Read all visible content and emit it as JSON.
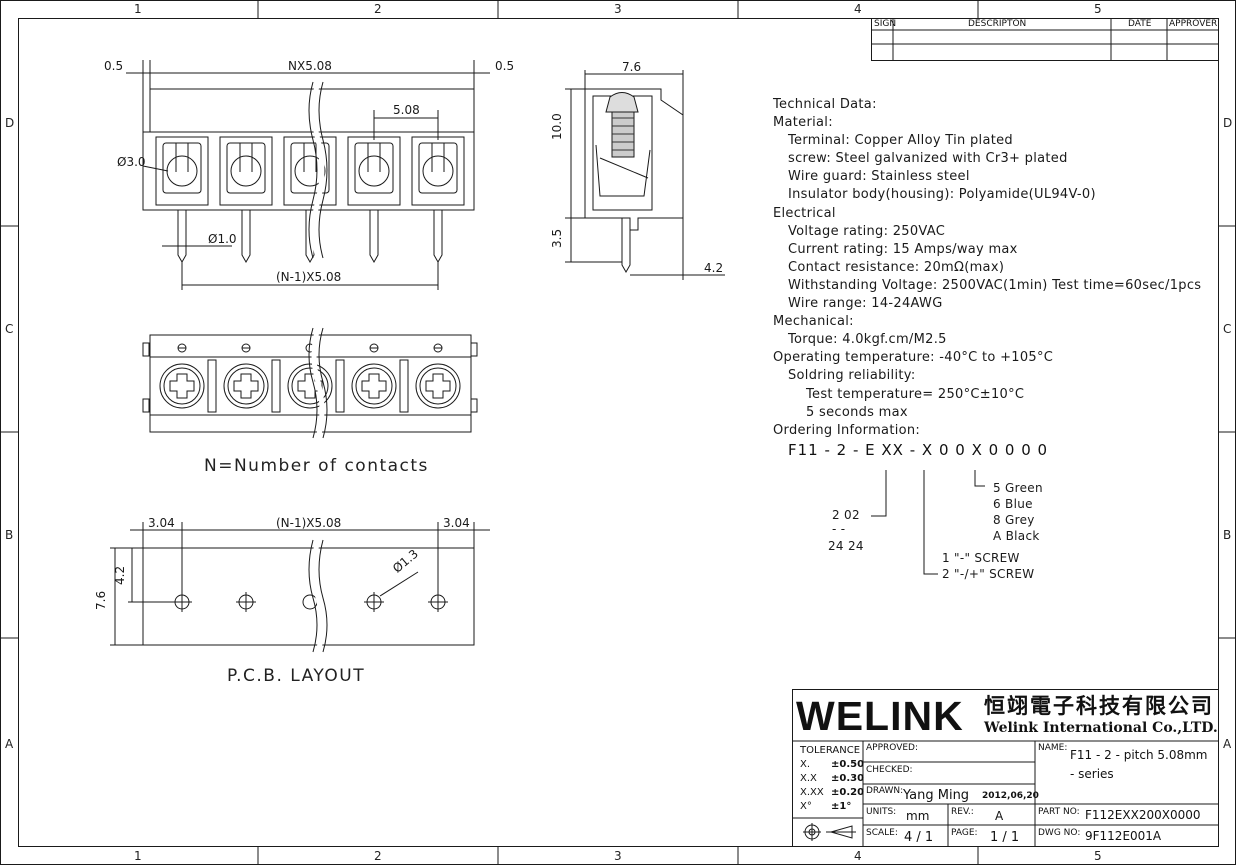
{
  "grid": {
    "columns": [
      "1",
      "2",
      "3",
      "4",
      "5"
    ],
    "rows": [
      "D",
      "C",
      "B",
      "A"
    ]
  },
  "revision_block": {
    "headers": {
      "sign": "SIGN",
      "description": "DESCRIPTON",
      "date": "DATE",
      "approver": "APPROVER"
    }
  },
  "front_view": {
    "dims": {
      "edge_left": "0.5",
      "overall": "NX5.08",
      "edge_right": "0.5",
      "pitch": "5.08",
      "screw_dia": "Ø3.0",
      "pin_dia": "Ø1.0",
      "pin_span": "(N-1)X5.08"
    }
  },
  "side_view": {
    "dims": {
      "width": "7.6",
      "height": "10.0",
      "pin_len": "3.5",
      "pin_off": "4.2"
    }
  },
  "top_view": {
    "caption": "N=Number of contacts"
  },
  "pcb_layout": {
    "dims": {
      "edge_left": "3.04",
      "span": "(N-1)X5.08",
      "edge_right": "3.04",
      "height": "7.6",
      "row_off": "4.2",
      "hole_dia": "Ø1.3"
    },
    "caption": "P.C.B. LAYOUT"
  },
  "tech_data": [
    {
      "text": "Technical Data:",
      "indent": 0
    },
    {
      "text": "Material:",
      "indent": 0
    },
    {
      "text": "Terminal: Copper Alloy Tin plated",
      "indent": 1
    },
    {
      "text": "screw: Steel galvanized with Cr3+ plated",
      "indent": 1
    },
    {
      "text": "Wire guard: Stainless steel",
      "indent": 1
    },
    {
      "text": "Insulator body(housing): Polyamide(UL94V-0)",
      "indent": 1
    },
    {
      "text": "Electrical",
      "indent": 0
    },
    {
      "text": "Voltage rating: 250VAC",
      "indent": 1
    },
    {
      "text": "Current rating: 15 Amps/way max",
      "indent": 1
    },
    {
      "text": "Contact resistance: 20mΩ(max)",
      "indent": 1
    },
    {
      "text": "Withstanding Voltage: 2500VAC(1min) Test time=60sec/1pcs",
      "indent": 1
    },
    {
      "text": "Wire range: 14-24AWG",
      "indent": 1
    },
    {
      "text": "Mechanical:",
      "indent": 0
    },
    {
      "text": "Torque: 4.0kgf.cm/M2.5",
      "indent": 1
    },
    {
      "text": "Operating temperature: -40°C to +105°C",
      "indent": 0
    },
    {
      "text": "Soldring reliability:",
      "indent": 1
    },
    {
      "text": "Test temperature= 250°C±10°C",
      "indent": 2
    },
    {
      "text": "5 seconds max",
      "indent": 2
    },
    {
      "text": "Ordering Information:",
      "indent": 0
    }
  ],
  "ordering": {
    "code": "F11 - 2 - E XX - X 0  0 X 0 0 0 0",
    "poles": {
      "first": "2   02",
      "dash": "-    -",
      "last": "24  24"
    },
    "screw_options": [
      "1   \"-\" SCREW",
      "2   \"-/+\" SCREW"
    ],
    "colors": [
      "5   Green",
      "6   Blue",
      "8   Grey",
      "A   Black"
    ]
  },
  "title_block": {
    "brand": "WELINK",
    "company_cn": "恒翊電子科技有限公司",
    "company_en": "Welink International Co.,LTD.",
    "tolerance": {
      "label": "TOLERANCE",
      "rows": [
        {
          "k": "X.",
          "v": "±0.50"
        },
        {
          "k": "X.X",
          "v": "±0.30"
        },
        {
          "k": "X.XX",
          "v": "±0.20"
        },
        {
          "k": "X°",
          "v": "±1°"
        }
      ]
    },
    "approved_label": "APPROVED:",
    "checked_label": "CHECKED:",
    "drawn_label": "DRAWN:",
    "drawn_by": "Yang Ming",
    "drawn_date": "2012,06,20",
    "units_label": "UNITS:",
    "units": "mm",
    "rev_label": "REV.:",
    "rev": "A",
    "scale_label": "SCALE:",
    "scale": "4 / 1",
    "page_label": "PAGE:",
    "page": "1 / 1",
    "name_label": "NAME:",
    "name_line1": "F11 - 2 - pitch 5.08mm",
    "name_line2": "- series",
    "part_no_label": "PART NO:",
    "part_no": "F112EXX200X0000",
    "dwg_no_label": "DWG NO:",
    "dwg_no": "9F112E001A"
  }
}
